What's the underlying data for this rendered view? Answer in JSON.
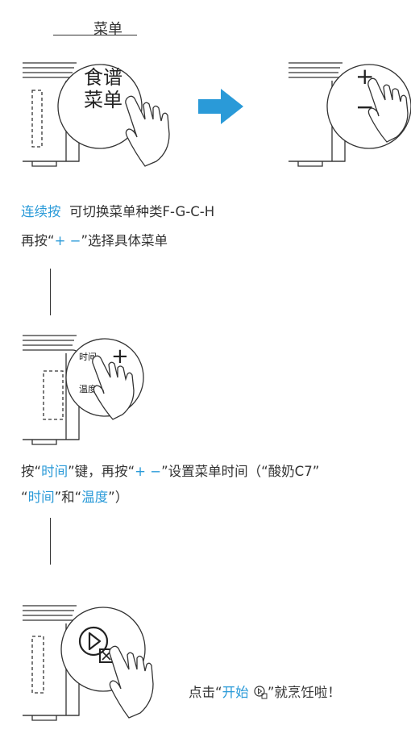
{
  "header": {
    "title": "菜单"
  },
  "step1": {
    "left_button_line1": "食谱",
    "left_button_line2": "菜单",
    "right_button_plus": "+",
    "right_button_minus": "−",
    "instruction_line1_accent": "连续按",
    "instruction_line1_rest": "可切换菜单种类F-G-C-H",
    "instruction_line2_pre": "再按“",
    "instruction_line2_accent": "+ −",
    "instruction_line2_post": "”选择具体菜单"
  },
  "step2": {
    "button_time": "时间",
    "button_temp": "温度",
    "button_plus": "+",
    "line1_pre": "按“",
    "line1_accent1": "时间",
    "line1_mid1": "”键，再按“",
    "line1_accent2": "+ −",
    "line1_mid2": "”设置菜单时间（“酸奶C7”",
    "line2_pre": "“",
    "line2_accent1": "时间",
    "line2_mid": "”和“",
    "line2_accent2": "温度",
    "line2_post": "”）"
  },
  "step3": {
    "text_pre": "点击“",
    "text_accent": "开始",
    "text_post": "”就烹饪啦！"
  },
  "colors": {
    "accent": "#2a9ad8",
    "arrow": "#2a9ad8",
    "line": "#333333"
  },
  "icons": [
    "hand-pointer-icon",
    "arrow-right-icon",
    "start-button-icon"
  ]
}
